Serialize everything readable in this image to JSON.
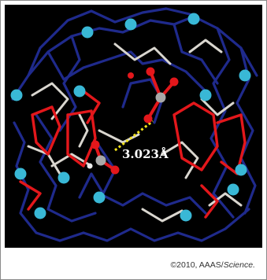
{
  "figure": {
    "distance_label": "3.023Å",
    "background_color": "#000000",
    "bond_colors": {
      "framework": "#1f2a8c",
      "highlight": "#e3171b",
      "light": "#d9d6cf",
      "hbond": "#f2e21a"
    },
    "atom_colors": {
      "metal": "#39b8d6",
      "oxygen": "#e3171b",
      "carbon": "#a8a8a8",
      "hydrogen": "#ececec"
    }
  },
  "caption": {
    "prefix": "©2010, AAAS/",
    "journal": "Science."
  }
}
